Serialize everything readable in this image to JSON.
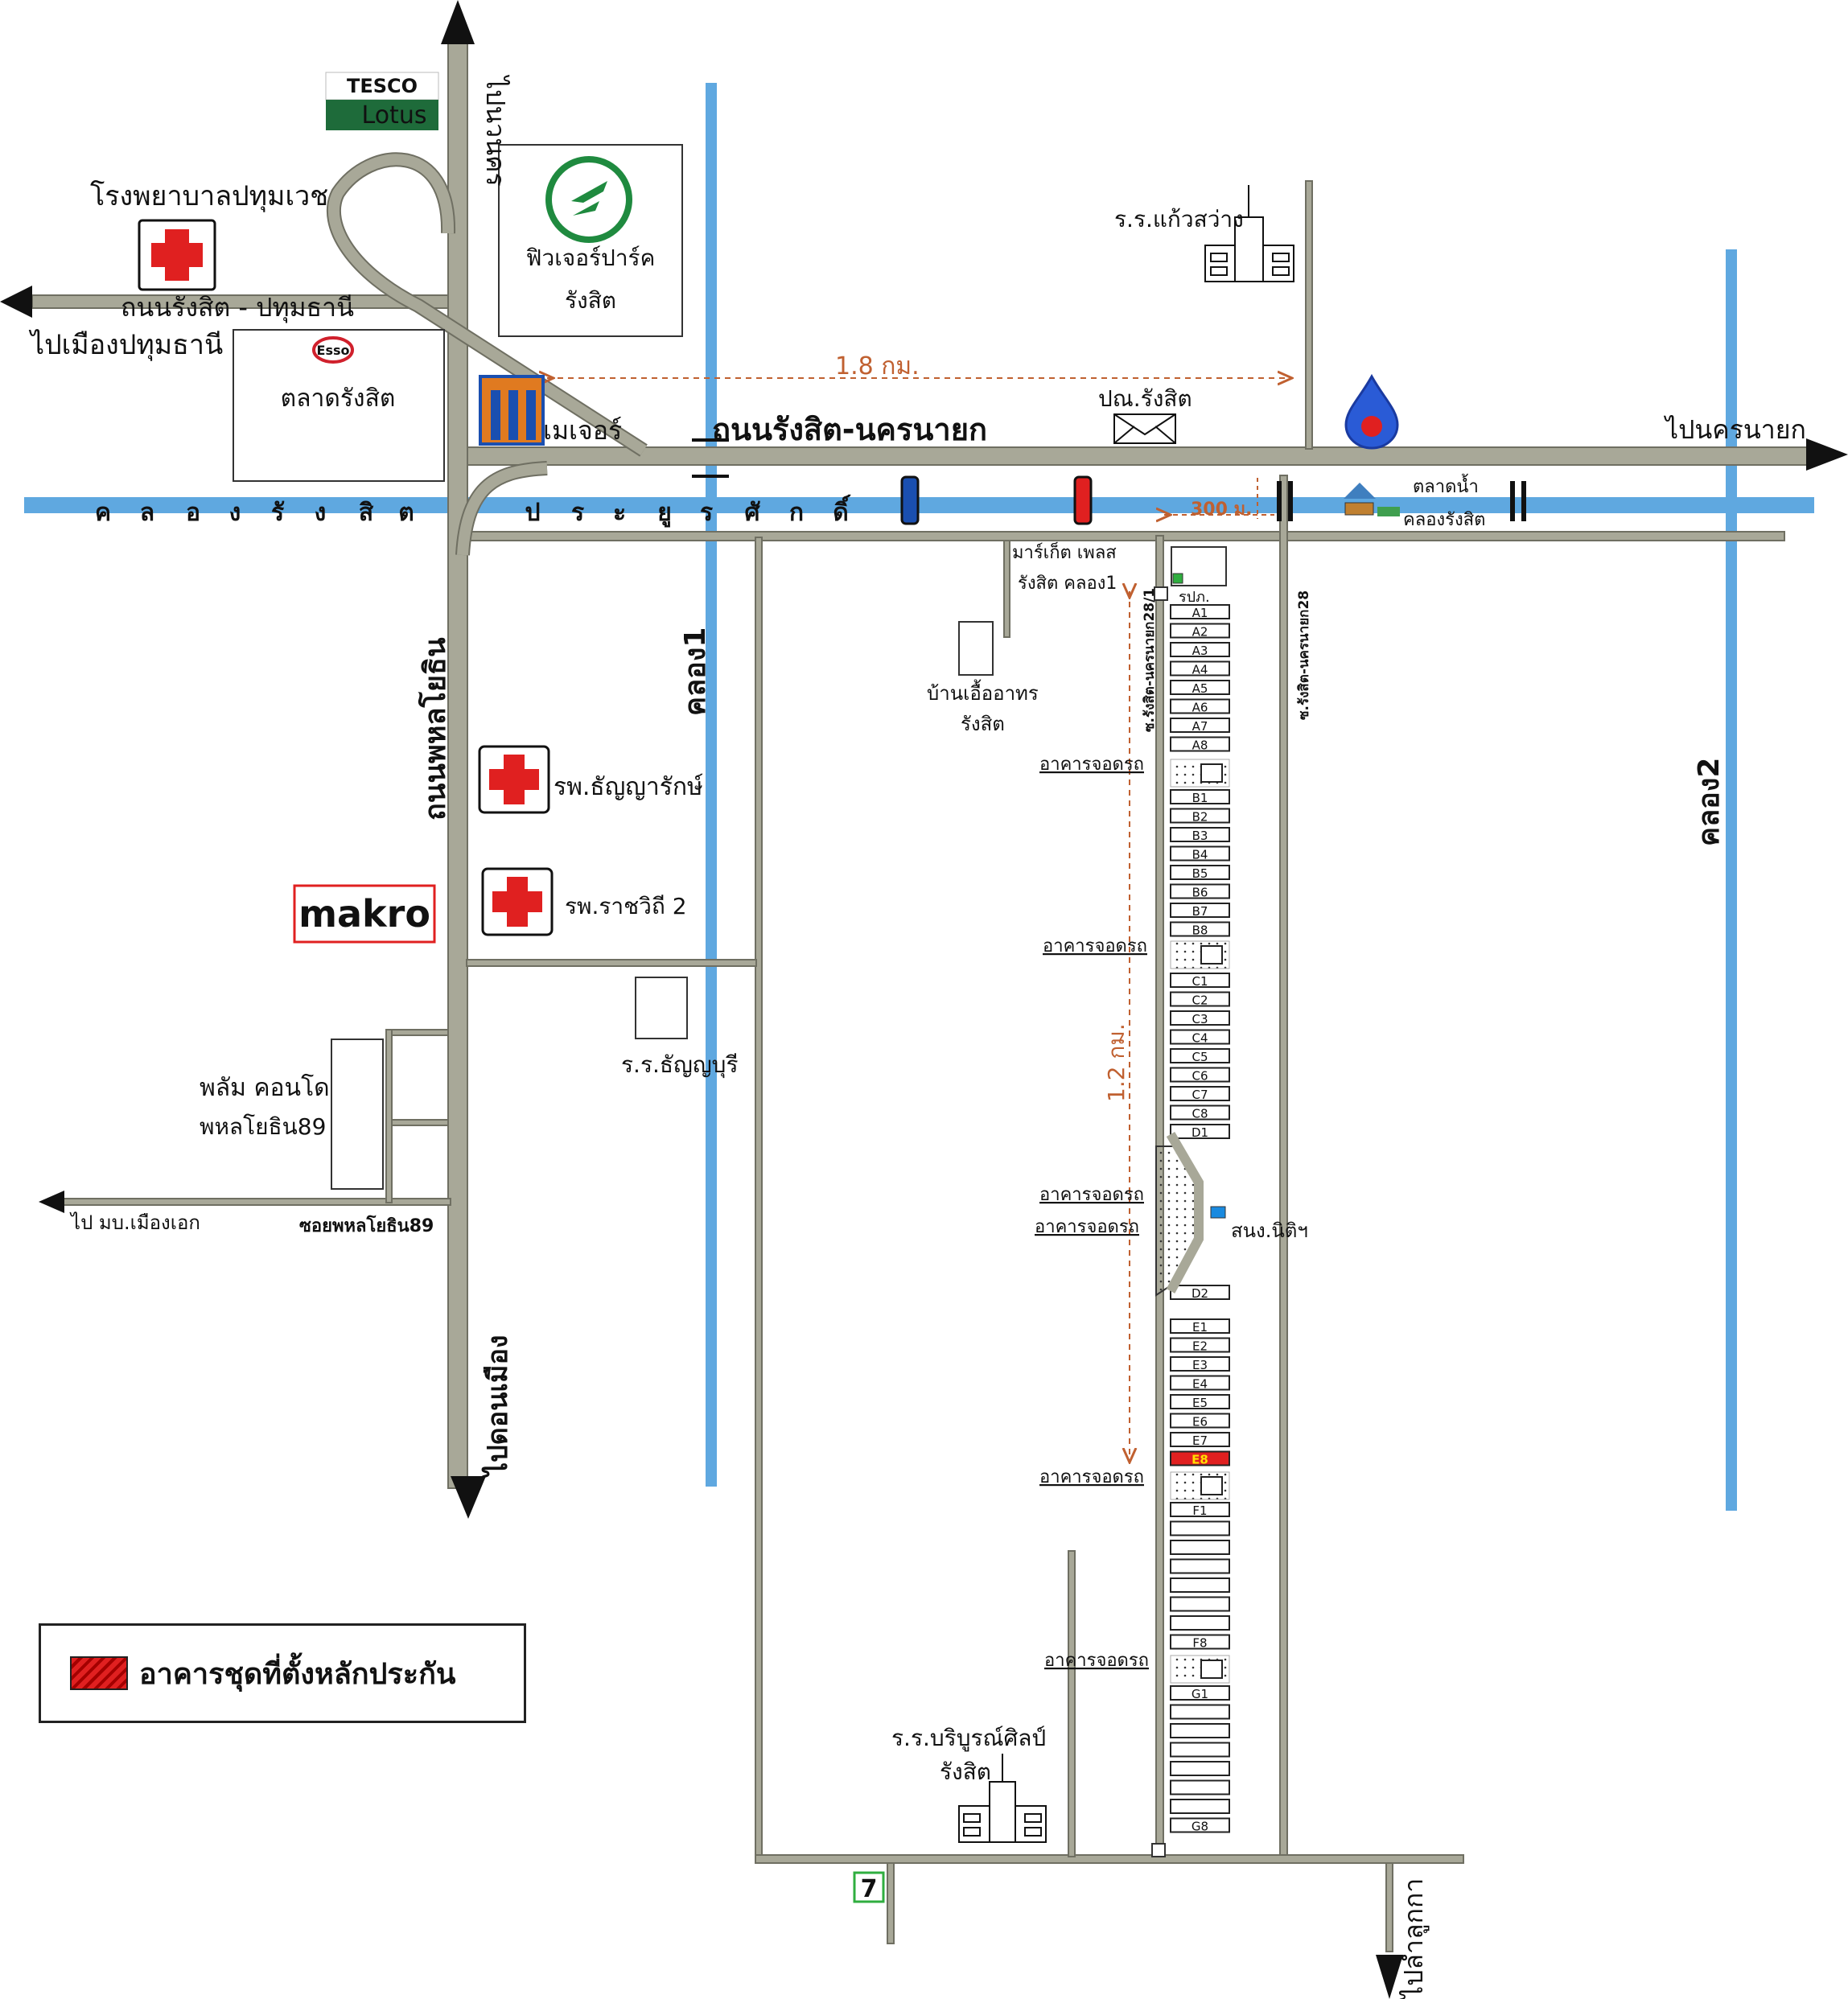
{
  "roads": {
    "rangsit_nakhon_nayok": "ถนนรังสิต-นครนายก",
    "rangsit_pathumthani": "ถนนรังสิต - ปทุมธานี",
    "phahonyothin": "ถนนพหลโยธิน",
    "soi_phahonyothin89": "ซอยพหลโยธิน89",
    "soi_28_1": "ซ.รังสิต-นครนายก28/1",
    "soi_28": "ซ.รังสิต-นครนายก28"
  },
  "directions": {
    "to_pathumthani": "ไปเมืองปทุมธานี",
    "to_nakhon_top": "ไปนวนคร",
    "to_nakhon_nayok": "ไปนครนายก",
    "to_don_mueang": "ไปดอนเมือง",
    "to_lam_luk_ka": "ไปลำลูกกา",
    "to_muang_ake": "ไป มบ.เมืองเอก"
  },
  "canals": {
    "khlong_rangsit_letters": [
      "ค",
      "ล",
      "อ",
      "ง",
      "รั",
      "ง",
      "สิ",
      "ต"
    ],
    "prayoonsak_letters": [
      "ป",
      "ร",
      "ะ",
      "ยู",
      "ร",
      "ศั",
      "ก",
      "ดิ์"
    ],
    "khlong1": "คลอง1",
    "khlong2": "คลอง2"
  },
  "places": {
    "tesco": "TESCO",
    "lotus": "Lotus",
    "pathumvej": "โรงพยาบาลปทุมเวช",
    "future_park_1": "ฟิวเจอร์ปาร์ค",
    "future_park_2": "รังสิต",
    "esso": "Esso",
    "talad_rangsit": "ตลาดรังสิต",
    "major": "เมเจอร์",
    "post_office": "ปณ.รังสิต",
    "kaewsawang": "ร.ร.แก้วสว่าง",
    "floating_market_1": "ตลาดน้ำ",
    "floating_market_2": "คลองรังสิต",
    "market_place_1": "มาร์เก็ต เพลส",
    "market_place_2": "รังสิต คลอง1",
    "ban_uea_1": "บ้านเอื้ออาทร",
    "ban_uea_2": "รังสิต",
    "thanyarak": "รพ.ธัญญารักษ์",
    "ratchawithi": "รพ.ราชวิถี 2",
    "makro": "makro",
    "thanyaburi_school": "ร.ร.ธัญญบุรี",
    "palm_condo_1": "พลัม คอนโด",
    "palm_condo_2": "พหลโยธิน89",
    "borirak_school_1": "ร.ร.บริบูรณ์ศิลป์",
    "borirak_school_2": "รังสิต",
    "seven_eleven": "7",
    "rpk": "รปภ.",
    "parking": "อาคารจอดรถ",
    "juristic": "สนง.นิติฯ"
  },
  "distances": {
    "d_1_8": "1.8 กม.",
    "d_300": "300 ม.",
    "d_1_2": "1.2 กม."
  },
  "buildings": {
    "A": [
      "A1",
      "A2",
      "A3",
      "A4",
      "A5",
      "A6",
      "A7",
      "A8"
    ],
    "B": [
      "B1",
      "B2",
      "B3",
      "B4",
      "B5",
      "B6",
      "B7",
      "B8"
    ],
    "C": [
      "C1",
      "C2",
      "C3",
      "C4",
      "C5",
      "C6",
      "C7",
      "C8"
    ],
    "D": [
      "D1",
      "D2"
    ],
    "E": [
      "E1",
      "E2",
      "E3",
      "E4",
      "E5",
      "E6",
      "E7",
      "E8"
    ],
    "F": [
      "F1",
      "F8"
    ],
    "G": [
      "G1",
      "G8"
    ],
    "collateral": "E8"
  },
  "legend": {
    "text": "อาคารชุดที่ตั้งหลักประกัน"
  },
  "colors": {
    "road": "#a8a898",
    "road_edge": "#6f6f62",
    "canal": "#5fa8e0",
    "distance": "#c06030",
    "collateral": "#e02020"
  }
}
